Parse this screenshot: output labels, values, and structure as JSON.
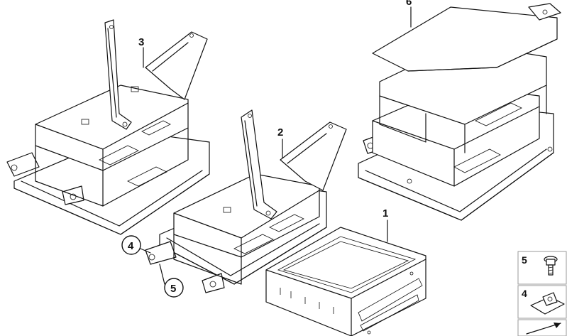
{
  "callouts": {
    "c1": "1",
    "c2": "2",
    "c3": "3",
    "c4": "4",
    "c5": "5",
    "c6": "6"
  },
  "legend": {
    "item5": "5",
    "item4": "4"
  },
  "colors": {
    "line": "#111111",
    "background": "#ffffff",
    "legend_border": "#999999"
  }
}
